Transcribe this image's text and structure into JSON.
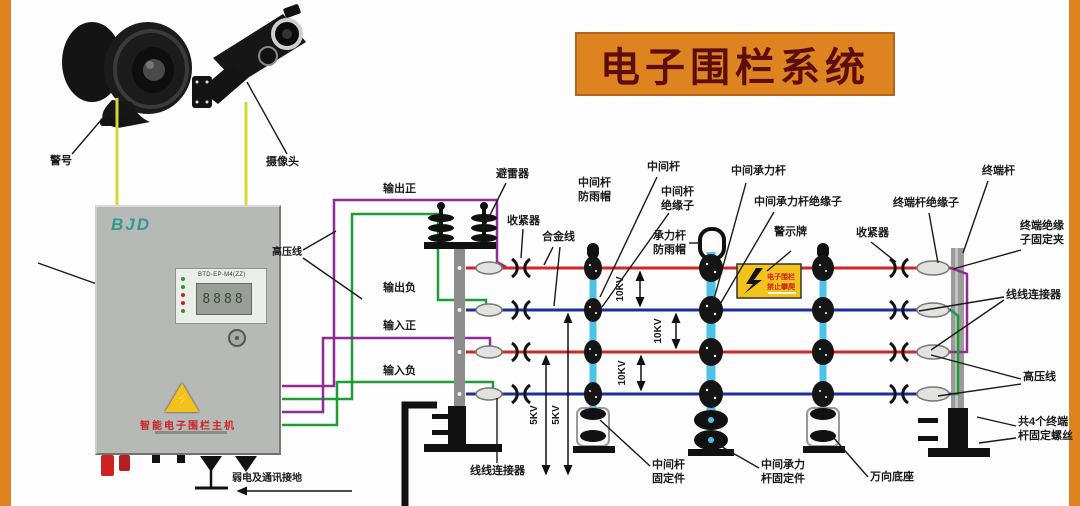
{
  "banner": {
    "title": "电子围栏系统"
  },
  "devices": {
    "siren": "警号",
    "camera": "摄像头"
  },
  "controller": {
    "logo": "BJD",
    "model": "BTD-EP-M4(ZZ)",
    "lcd": "8888",
    "name": "智能电子围栏主机"
  },
  "wire_labels": {
    "out_pos": "输出正",
    "out_neg": "输出负",
    "in_pos": "输入正",
    "in_neg": "输入负",
    "hv_left": "高压线",
    "ground": "弱电及通讯接地"
  },
  "fence_labels": {
    "arrester": "避雷器",
    "tensioner_left": "收紧器",
    "alloy_wire": "合金线",
    "mid_pole": "中间杆",
    "mid_pole_cap": "中间杆\n防雨帽",
    "mid_pole_insulator": "中间杆\n绝缘子",
    "bearing_cap": "承力杆\n防雨帽",
    "mid_bearing_pole": "中间承力杆",
    "mid_bearing_insulator": "中间承力杆绝缘子",
    "warning_board": "警示牌",
    "tensioner_right": "收紧器",
    "terminal_pole": "终端杆",
    "terminal_insulator": "终端杆绝缘子",
    "terminal_clip": "终端绝缘\n子固定夹",
    "wire_connector_right": "线线连接器",
    "hv_right": "高压线",
    "terminal_screws": "共4个终端\n杆固定螺丝",
    "wire_connector_left": "线线连接器",
    "mid_pole_fixture": "中间杆\n固定件",
    "bearing_fixture": "中间承力\n杆固定件",
    "universal_base": "万向底座"
  },
  "warning_sign": {
    "line1": "电子围栏",
    "line2": "禁止攀爬"
  },
  "measurements": {
    "kv10": "10KV",
    "kv5": "5KV"
  },
  "colors": {
    "banner_bg": "#dd8420",
    "wire_red": "#cf2626",
    "wire_blue": "#1c2f9e",
    "wire_purple": "#8e2b96",
    "wire_green": "#1f9e35",
    "wire_yellow": "#d6d832",
    "pole_cyan": "#4cc4ea",
    "sign_yellow": "#f2c31b"
  }
}
